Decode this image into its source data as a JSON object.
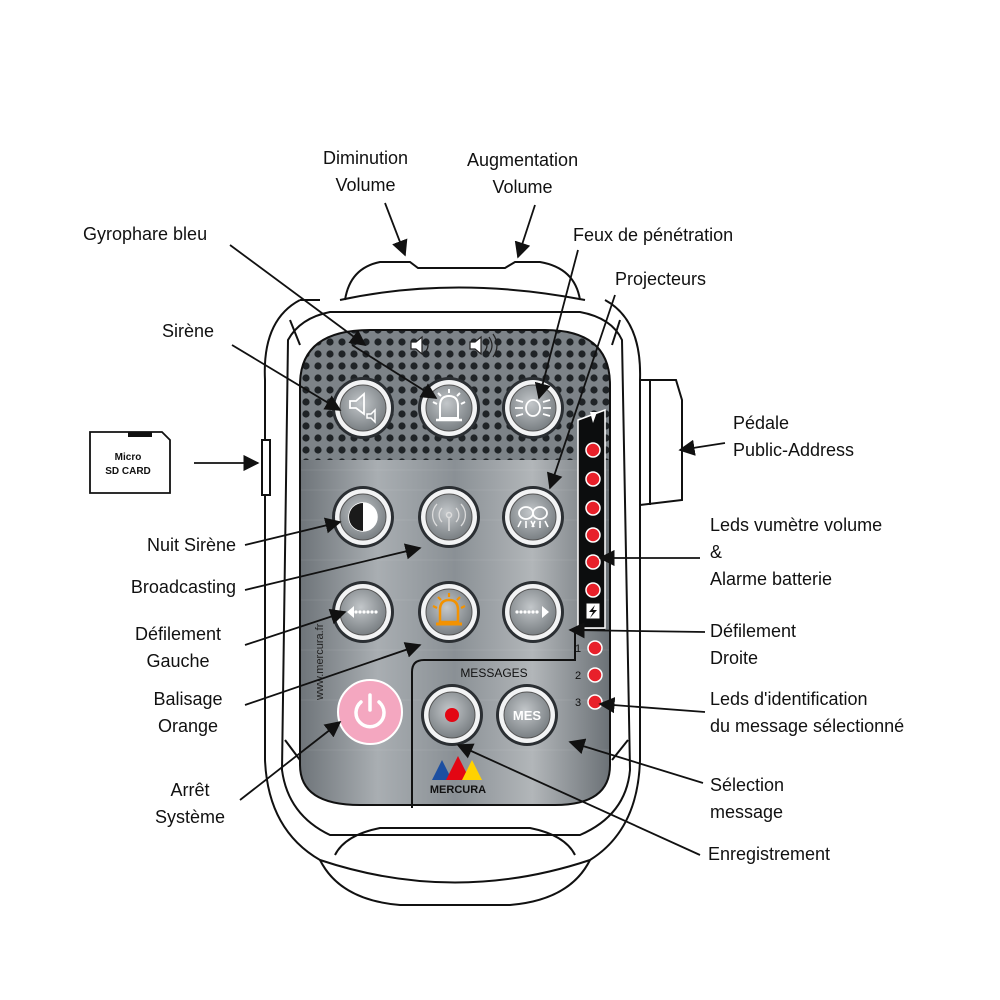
{
  "labels": {
    "diminution_volume": [
      "Diminution",
      "Volume"
    ],
    "augmentation_volume": [
      "Augmentation",
      "Volume"
    ],
    "gyrophare_bleu": "Gyrophare bleu",
    "feux_penetration": "Feux de pénétration",
    "projecteurs": "Projecteurs",
    "sirene": "Sirène",
    "pedale_public_address": [
      "Pédale",
      "Public-Address"
    ],
    "nuit_sirene": "Nuit Sirène",
    "broadcasting": "Broadcasting",
    "leds_vumetre": [
      "Leds vumètre volume",
      "&",
      "Alarme batterie"
    ],
    "defilement_gauche": [
      "Défilement",
      "Gauche"
    ],
    "defilement_droite": [
      "Défilement",
      "Droite"
    ],
    "balisage_orange": [
      "Balisage",
      "Orange"
    ],
    "leds_identification": [
      "Leds d'identification",
      "du message sélectionné"
    ],
    "arret_systeme": [
      "Arrêt",
      "Système"
    ],
    "selection_message": [
      "Sélection",
      "message"
    ],
    "enregistrement": "Enregistrement"
  },
  "device": {
    "sd_card": [
      "Micro",
      "SD CARD"
    ],
    "messages_label": "MESSAGES",
    "mes_button": "MES",
    "message_numbers": [
      "1",
      "2",
      "3"
    ],
    "website": "www.mercura.fr",
    "brand": "MERCURA"
  },
  "colors": {
    "led_red": "#e8202a",
    "orange_beacon": "#f39200",
    "power_pink": "#f4a7c0",
    "record_red": "#e30613",
    "panel_metal": "#8f959a"
  },
  "icons": {
    "sirene": "siren-speaker-icon",
    "gyrophare": "blue-beacon-icon",
    "feux": "penetration-lights-icon",
    "nuit": "half-circle-night-icon",
    "broadcast": "broadcast-antenna-icon",
    "projecteurs": "projector-lights-icon",
    "gauche": "scroll-left-icon",
    "balisage": "orange-beacon-icon",
    "droite": "scroll-right-icon",
    "power": "power-icon",
    "record": "record-icon"
  }
}
